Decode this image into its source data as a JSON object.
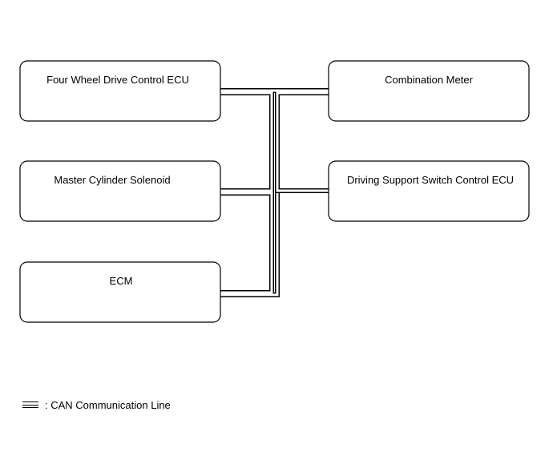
{
  "diagram": {
    "nodes": [
      {
        "id": "four-wheel-drive-control-ecu",
        "label": "Four Wheel Drive Control ECU"
      },
      {
        "id": "combination-meter",
        "label": "Combination Meter"
      },
      {
        "id": "master-cylinder-solenoid",
        "label": "Master Cylinder Solenoid"
      },
      {
        "id": "driving-support-switch-control-ecu",
        "label": "Driving Support Switch Control ECU"
      },
      {
        "id": "ecm",
        "label": "ECM"
      }
    ],
    "connections": [
      {
        "from": "four-wheel-drive-control-ecu",
        "to": "can-bus",
        "type": "CAN"
      },
      {
        "from": "combination-meter",
        "to": "can-bus",
        "type": "CAN"
      },
      {
        "from": "master-cylinder-solenoid",
        "to": "can-bus",
        "type": "CAN"
      },
      {
        "from": "driving-support-switch-control-ecu",
        "to": "can-bus",
        "type": "CAN"
      },
      {
        "from": "ecm",
        "to": "can-bus",
        "type": "CAN"
      }
    ]
  },
  "legend": {
    "icon": "triple-line-icon",
    "text": ": CAN Communication Line"
  }
}
